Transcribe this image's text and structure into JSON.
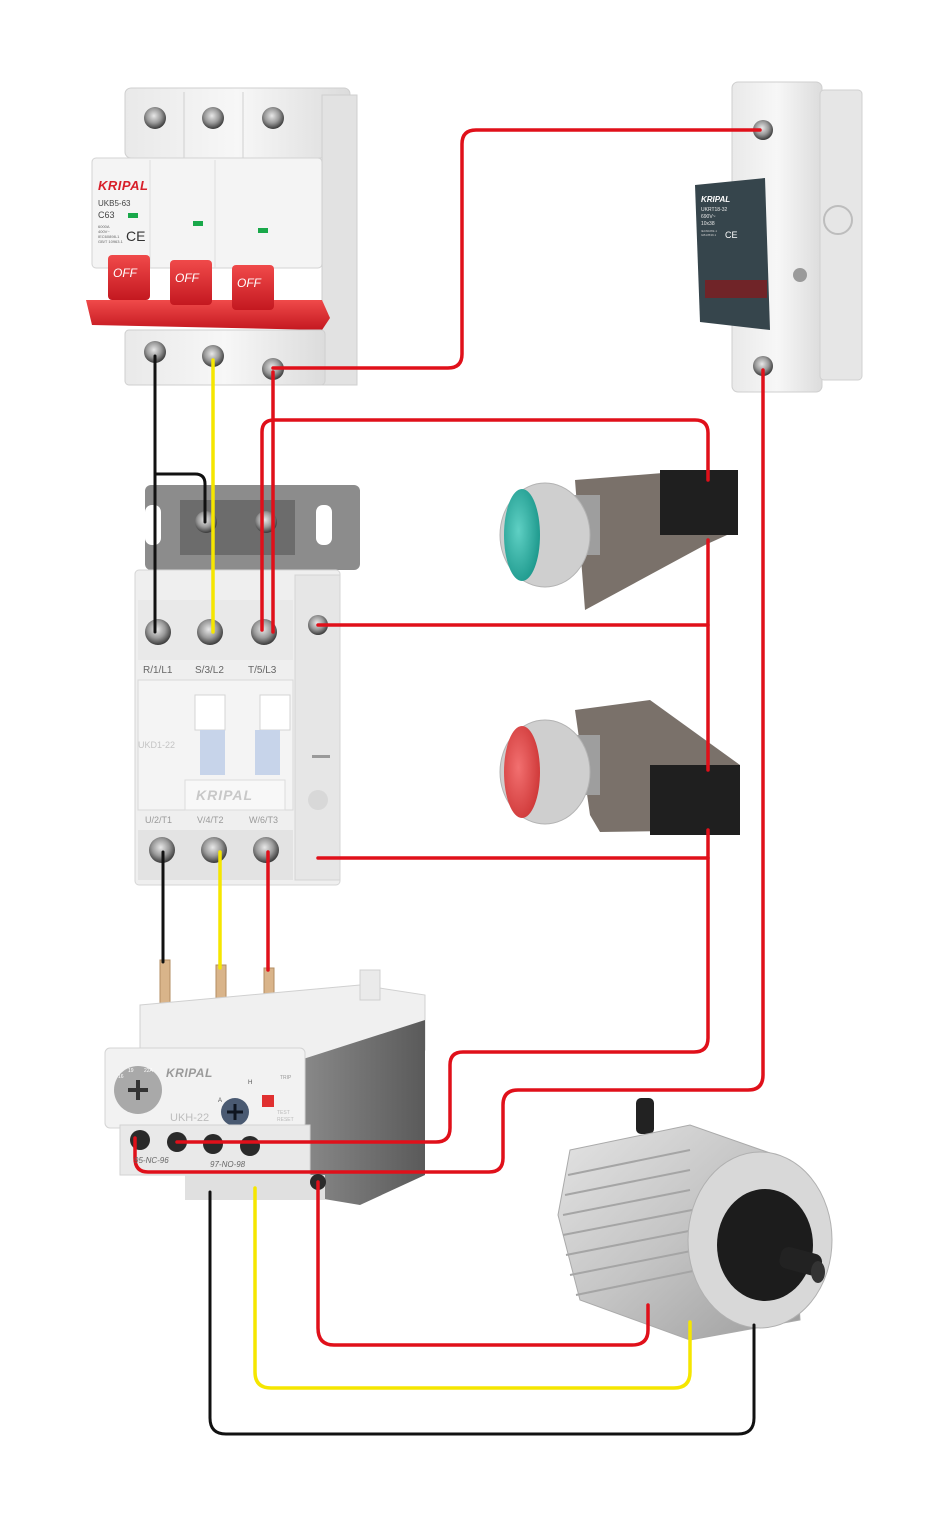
{
  "brand": "KRIPAL",
  "colors": {
    "wire_red": "#e0101a",
    "wire_black": "#111111",
    "wire_yellow": "#f5e600",
    "breaker_red": "#d8202a",
    "device_white": "#f2f2f2",
    "device_gray": "#d6d6d6",
    "fuse_dark": "#36454c",
    "button_green": "#2fb5a8",
    "button_red": "#e24a4a",
    "motor_silver": "#c9c9c9"
  },
  "mcb": {
    "name": "3-pole miniature circuit breaker",
    "brand": "KRIPAL",
    "model": "UKB5-63",
    "rating": "C63",
    "small_text": [
      "6000A",
      "400V~",
      "IEC60898-1",
      "GB/T 10963.1"
    ],
    "cert": "CE",
    "toggles": [
      "OFF",
      "OFF",
      "OFF"
    ]
  },
  "fuse_holder": {
    "name": "Fuse holder",
    "brand": "KRIPAL",
    "model": "UKRT18-32",
    "voltage": "690V~",
    "size": "10x38",
    "small_text": [
      "IEC60269-1",
      "GB13539.1"
    ],
    "cert": "CE"
  },
  "contactor": {
    "name": "AC contactor",
    "brand": "KRIPAL",
    "model": "UKD1-22",
    "line_terminals": [
      "R/1/L1",
      "S/3/L2",
      "T/5/L3"
    ],
    "load_terminals": [
      "U/2/T1",
      "V/4/T2",
      "W/6/T3"
    ]
  },
  "start_button": {
    "name": "Start push button",
    "color": "green"
  },
  "stop_button": {
    "name": "Stop push button",
    "color": "red"
  },
  "overload_relay": {
    "name": "Thermal overload relay",
    "brand": "KRIPAL",
    "model": "UKH-22",
    "dial_labels": [
      "16",
      "19",
      "22A"
    ],
    "reset_labels": [
      "H",
      "A"
    ],
    "side_labels": [
      "TRIP",
      "TEST",
      "RESET"
    ],
    "contacts": [
      "95-NC-96",
      "97-NO-98"
    ]
  },
  "motor": {
    "name": "Three-phase induction motor"
  }
}
